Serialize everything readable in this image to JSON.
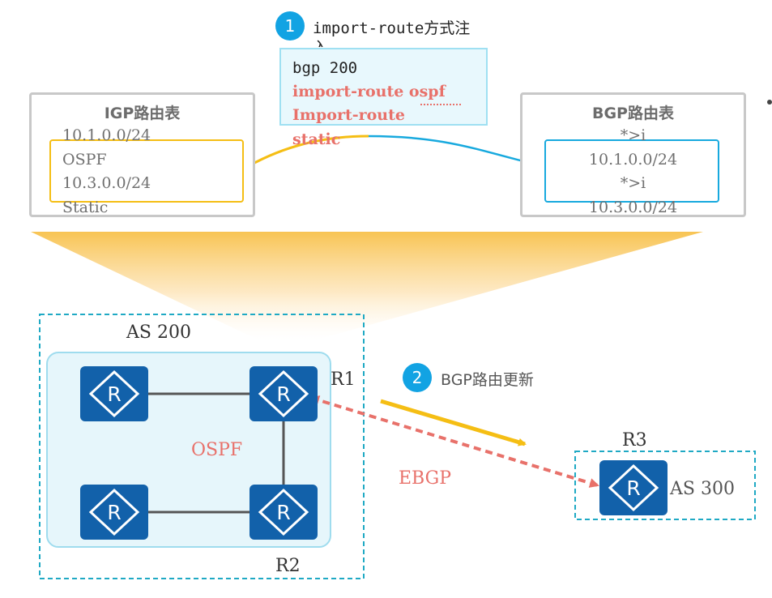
{
  "step1": {
    "number": "1",
    "text": "import-route方式注",
    "text_cont": "入"
  },
  "step2": {
    "number": "2",
    "text": "BGP路由更新"
  },
  "bgp_config": {
    "lines": [
      {
        "text": "bgp 200",
        "style": "plain"
      },
      {
        "text": "import-route ospf",
        "style": "red"
      },
      {
        "text": "Import-route",
        "style": "red"
      },
      {
        "text": "static",
        "style": "red"
      }
    ]
  },
  "igp_table": {
    "title": "IGP路由表",
    "rows": [
      "10.1.0.0/24",
      "OSPF",
      "10.3.0.0/24",
      "Static"
    ]
  },
  "bgp_table": {
    "title": "BGP路由表",
    "rows": [
      "*>i",
      "10.1.0.0/24",
      "*>i",
      "10.3.0.0/24"
    ]
  },
  "topology": {
    "as200_label": "AS 200",
    "as300_label": "AS 300",
    "ospf_label": "OSPF",
    "ebgp_label": "EBGP",
    "r1_label": "R1",
    "r2_label": "R2",
    "r3_label": "R3",
    "router_glyph": "R"
  },
  "colors": {
    "router_blue": "#1261aa",
    "badge_blue": "#12a3e3",
    "accent_red": "#e8716a",
    "yellow": "#f5be14",
    "cyan_line": "#17a9de"
  }
}
